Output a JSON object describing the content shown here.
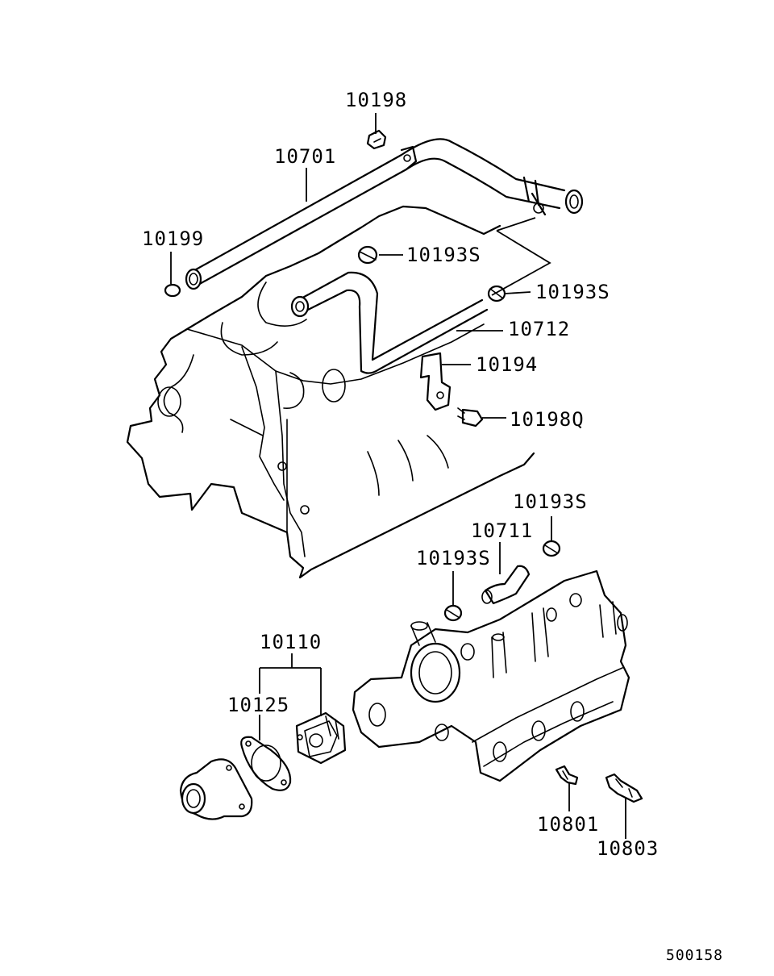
{
  "labels": {
    "p10198": "10198",
    "p10701": "10701",
    "p10199": "10199",
    "p10193s_a": "10193S",
    "p10193s_b": "10193S",
    "p10712": "10712",
    "p10194": "10194",
    "p10198q": "10198Q",
    "p10193s_c": "10193S",
    "p10711": "10711",
    "p10193s_d": "10193S",
    "p10110": "10110",
    "p10125": "10125",
    "p10801": "10801",
    "p10803": "10803"
  },
  "diagram_code": "500158"
}
